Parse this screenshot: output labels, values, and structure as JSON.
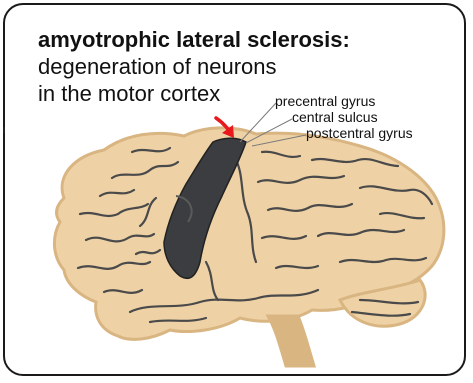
{
  "heading": {
    "title": "amyotrophic lateral sclerosis:",
    "line1": "degeneration of neurons",
    "line2": "in the motor cortex"
  },
  "labels": {
    "precentral": "precentral gyrus",
    "central": "central sulcus",
    "postcentral": "postcentral gyrus"
  },
  "colors": {
    "brain": "#eed2a6",
    "brain_shadow": "#d9b582",
    "sulcus": "#4a4a4a",
    "motor_cortex": "#3b3d40",
    "arrow": "#e8181c"
  }
}
